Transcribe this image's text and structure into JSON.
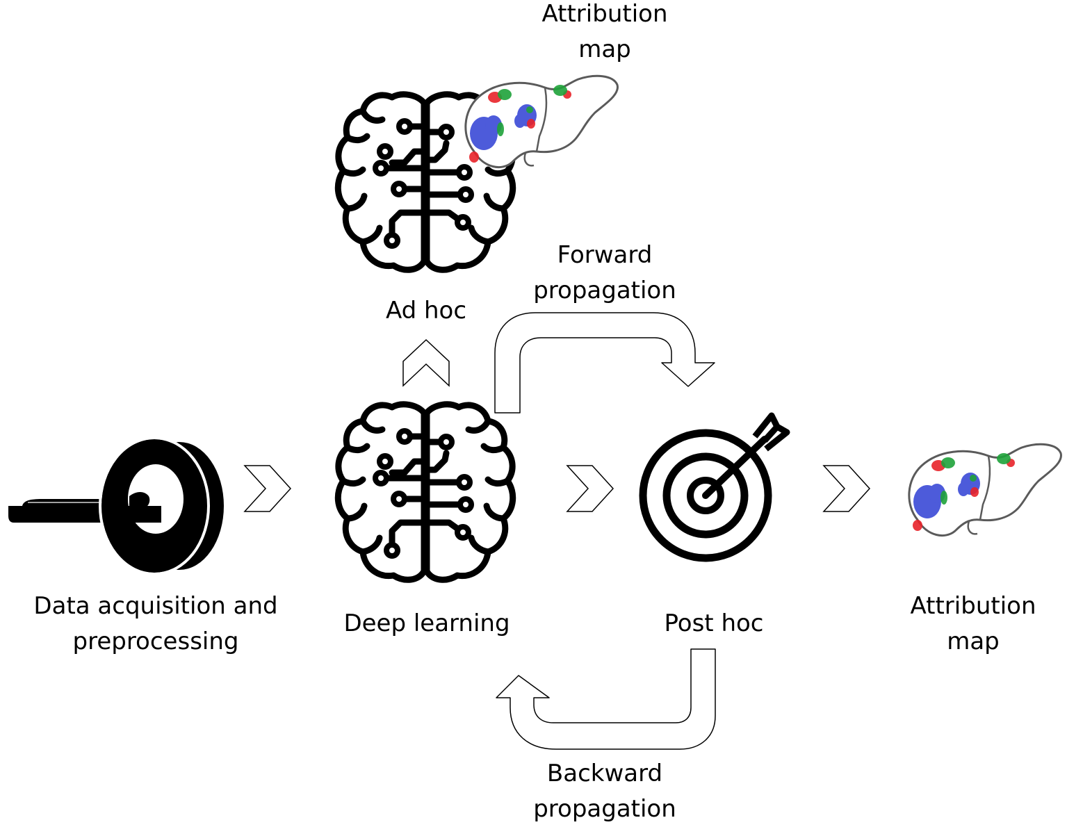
{
  "labels": {
    "data_acquisition": [
      "Data acquisition and",
      "preprocessing"
    ],
    "deep_learning": "Deep learning",
    "post_hoc": "Post hoc",
    "attribution_map_right": [
      "Attribution",
      "map"
    ],
    "attribution_map_top": [
      "Attribution",
      "map"
    ],
    "ad_hoc": "Ad hoc",
    "forward_propagation": [
      "Forward",
      "propagation"
    ],
    "backward_propagation": [
      "Backward",
      "propagation"
    ]
  },
  "icons": {
    "scanner": "mri-scanner-icon",
    "brain": "brain-circuit-icon",
    "target": "target-arrow-icon",
    "liver": "liver-attribution-icon"
  },
  "colors": {
    "stroke": "#000000",
    "liver_outline": "#5a5a5a",
    "heat_red": "#e8232a",
    "heat_green": "#1fa33a",
    "heat_blue": "#2e3fd4"
  }
}
